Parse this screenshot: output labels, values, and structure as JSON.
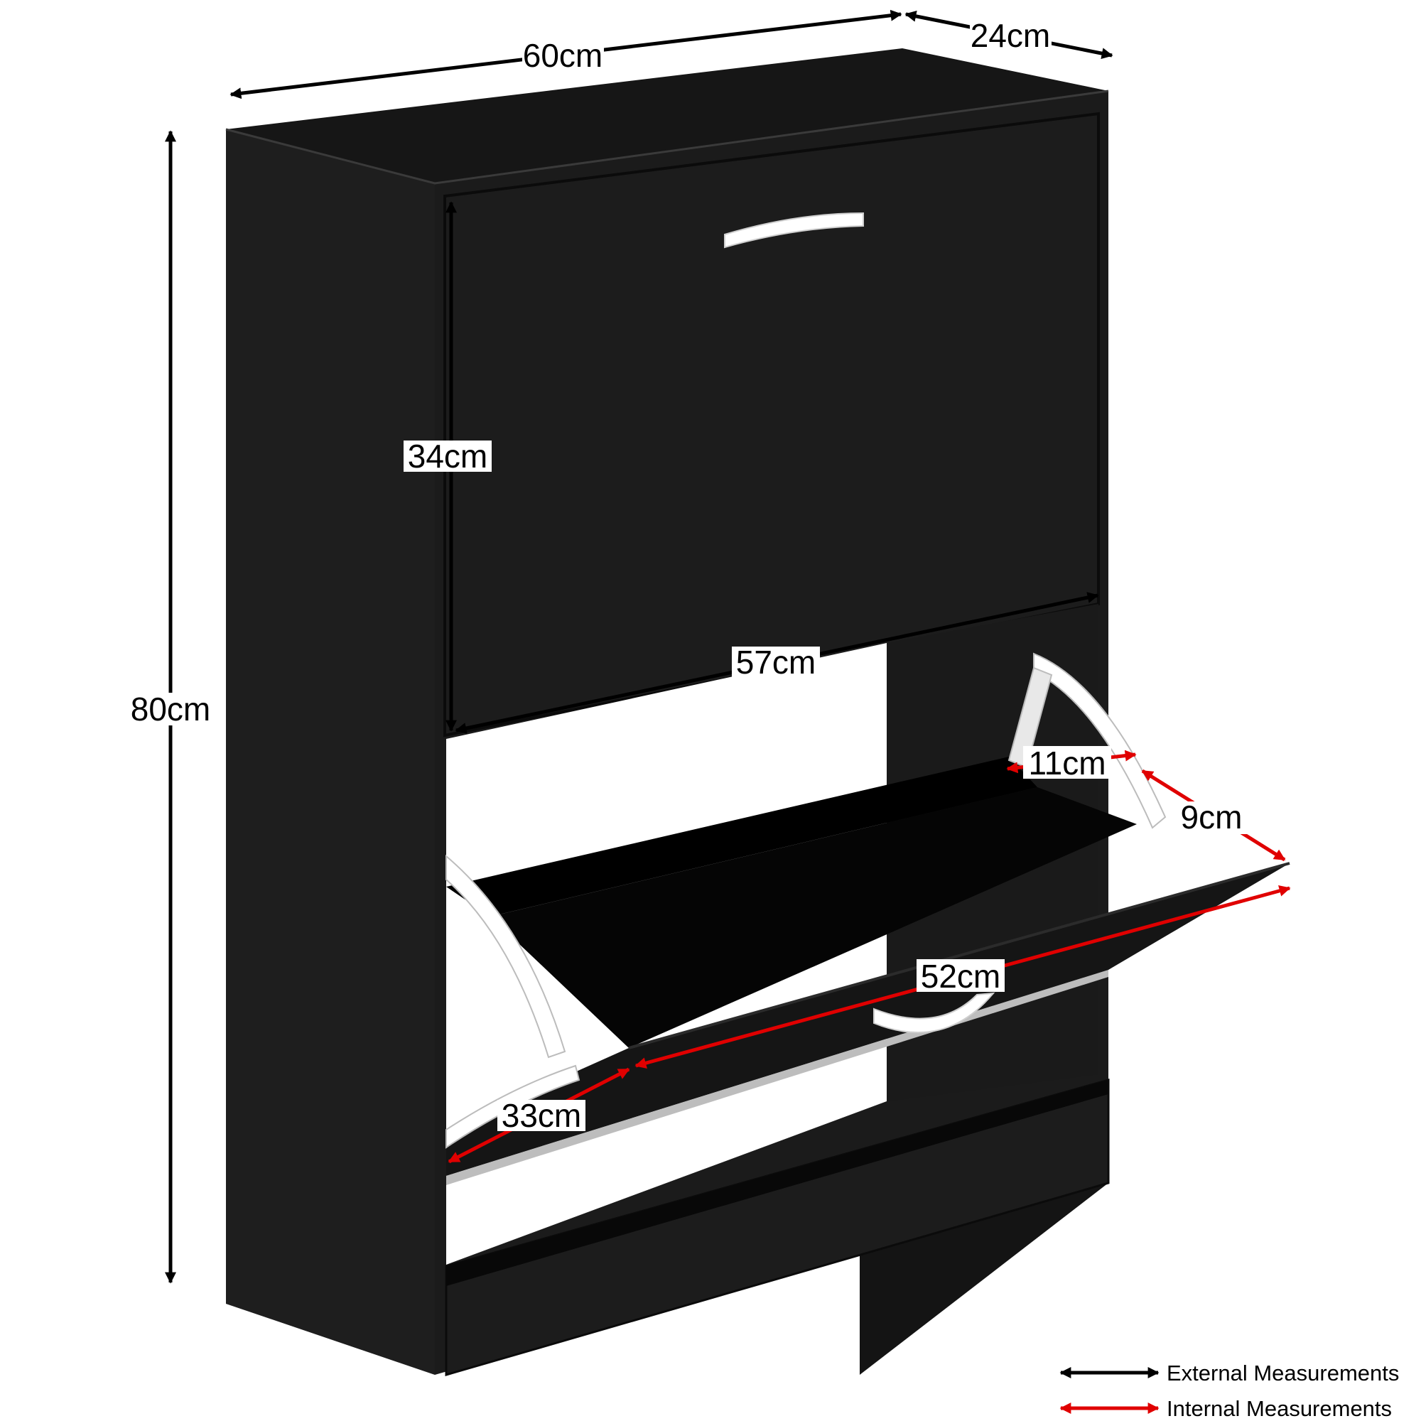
{
  "colors": {
    "background": "#ffffff",
    "cabinet": "#1e1e1e",
    "cabinet_top": "#161616",
    "cabinet_dark": "#0c0c0c",
    "interior": "#000000",
    "hardware": "#ffffff",
    "external_arrow": "#000000",
    "internal_arrow": "#e00000"
  },
  "dimensions": {
    "external": {
      "width": "60cm",
      "depth": "24cm",
      "height": "80cm"
    },
    "internal": {
      "door_height": "34cm",
      "door_width": "57cm",
      "bin_width": "11cm",
      "bin_depth": "9cm",
      "drawer_width": "52cm",
      "drawer_depth": "33cm"
    }
  },
  "legend": {
    "external": "External Measurements",
    "internal": "Internal Measurements"
  }
}
